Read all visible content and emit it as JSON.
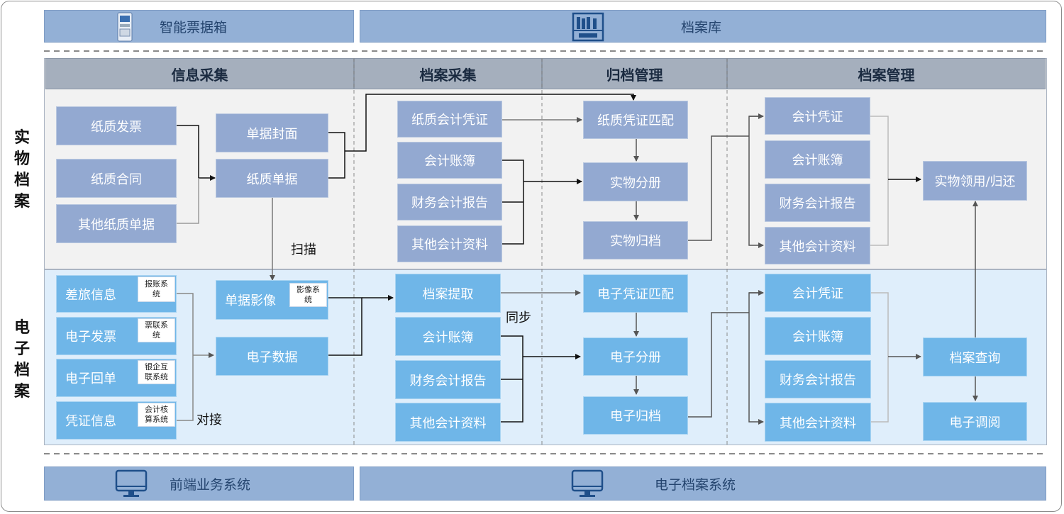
{
  "top_bar": {
    "left_label": "智能票据箱",
    "right_label": "档案库"
  },
  "bottom_bar": {
    "left_label": "前端业务系统",
    "right_label": "电子档案系统"
  },
  "columns": [
    "信息采集",
    "档案采集",
    "归档管理",
    "档案管理"
  ],
  "rows": {
    "physical": "实物档案",
    "electronic": "电子档案"
  },
  "physical": {
    "inputs": [
      "纸质发票",
      "纸质合同",
      "其他纸质单据"
    ],
    "cover": "单据封面",
    "paper_doc": "纸质单据",
    "scan": "扫描",
    "collect": [
      "纸质会计凭证",
      "会计账簿",
      "财务会计报告",
      "其他会计资料"
    ],
    "archive": [
      "纸质凭证匹配",
      "实物分册",
      "实物归档"
    ],
    "manage": [
      "会计凭证",
      "会计账簿",
      "财务会计报告",
      "其他会计资料"
    ],
    "use": "实物领用/归还"
  },
  "electronic": {
    "inputs": [
      {
        "label": "差旅信息",
        "tag": "报账系统"
      },
      {
        "label": "电子发票",
        "tag": "票联系统"
      },
      {
        "label": "电子回单",
        "tag": "银企互联系统"
      },
      {
        "label": "凭证信息",
        "tag": "会计核算系统"
      }
    ],
    "image": {
      "label": "单据影像",
      "tag": "影像系统"
    },
    "data": "电子数据",
    "connect": "对接",
    "sync": "同步",
    "collect": [
      "档案提取",
      "会计账簿",
      "财务会计报告",
      "其他会计资料"
    ],
    "archive": [
      "电子凭证匹配",
      "电子分册",
      "电子归档"
    ],
    "manage": [
      "会计凭证",
      "会计账簿",
      "财务会计报告",
      "其他会计资料"
    ],
    "query": "档案查询",
    "borrow": "电子调阅"
  }
}
